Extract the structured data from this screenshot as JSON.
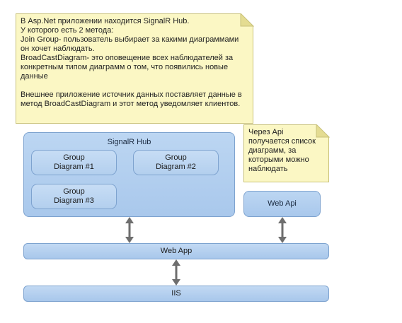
{
  "note_main": {
    "line1": "В Asp.Net приложении находится SignalR Hub.",
    "line2": "У которого есть 2 метода:",
    "line3": "Join Group- пользователь выбирает за какими диаграммами он хочет наблюдать.",
    "line4": "BroadCastDiagram- это оповещение всех наблюдателей за конкретным типом диаграмм о том, что появились новые данные",
    "line5": "Внешнее приложение источник данных поставляет данные в метод BroadCastDiagram и этот метод уведомляет клиентов."
  },
  "note_api": {
    "text": "Через Api получается список диаграмм, за которыми можно наблюдать"
  },
  "hub": {
    "title": "SignalR Hub",
    "groups": [
      {
        "line1": "Group",
        "line2": "Diagram #1"
      },
      {
        "line1": "Group",
        "line2": "Diagram #2"
      },
      {
        "line1": "Group",
        "line2": "Diagram #3"
      }
    ]
  },
  "web_api": {
    "label": "Web Api"
  },
  "web_app": {
    "label": "Web App"
  },
  "iis": {
    "label": "IIS"
  },
  "colors": {
    "note_fill": "#fbf7c4",
    "box_fill": "#b3cfee",
    "box_border": "#7ea3cf",
    "arrow": "#6e6e6e"
  }
}
